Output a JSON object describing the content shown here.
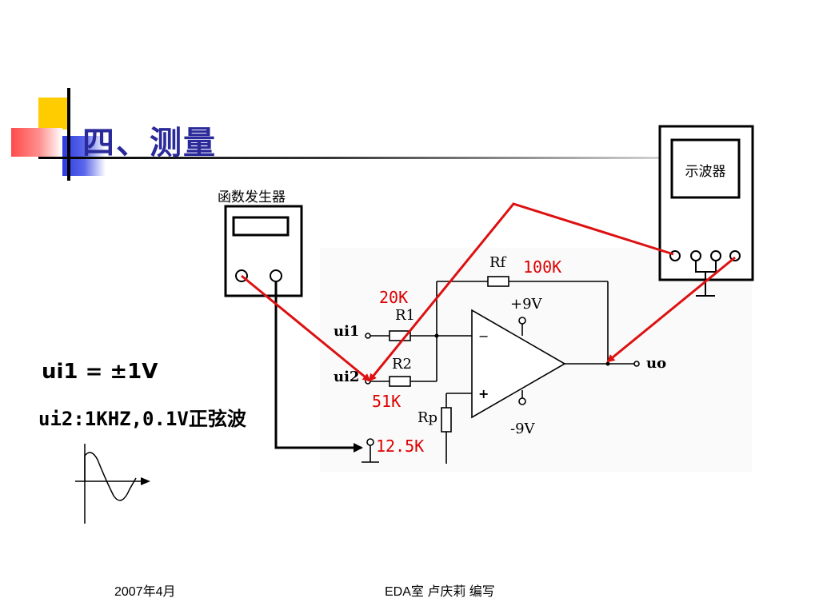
{
  "slide": {
    "title": "四、测量",
    "footer_date": "2007年4月",
    "footer_author": "EDA室   卢庆莉  编写"
  },
  "instruments": {
    "function_generator_label": "函数发生器",
    "oscilloscope_label": "示波器"
  },
  "circuit": {
    "rf_label": "Rf",
    "rf_value": "100K",
    "r1_label": "R1",
    "r1_value": "20K",
    "r2_label": "R2",
    "r2_value": "51K",
    "rp_label": "Rp",
    "rp_value": "12.5K",
    "vpos": "+9V",
    "vneg": "-9V",
    "minus_sign": "−",
    "plus_sign": "+",
    "ui1": "ui1",
    "ui2": "ui2",
    "uo": "uo"
  },
  "formulas": {
    "ui1_line": "ui1 = ±1V",
    "ui2_line": "ui2:1KHZ,0.1V正弦波"
  },
  "colors": {
    "wire_red": "#dd1111",
    "title_blue": "#2a2a9a"
  }
}
